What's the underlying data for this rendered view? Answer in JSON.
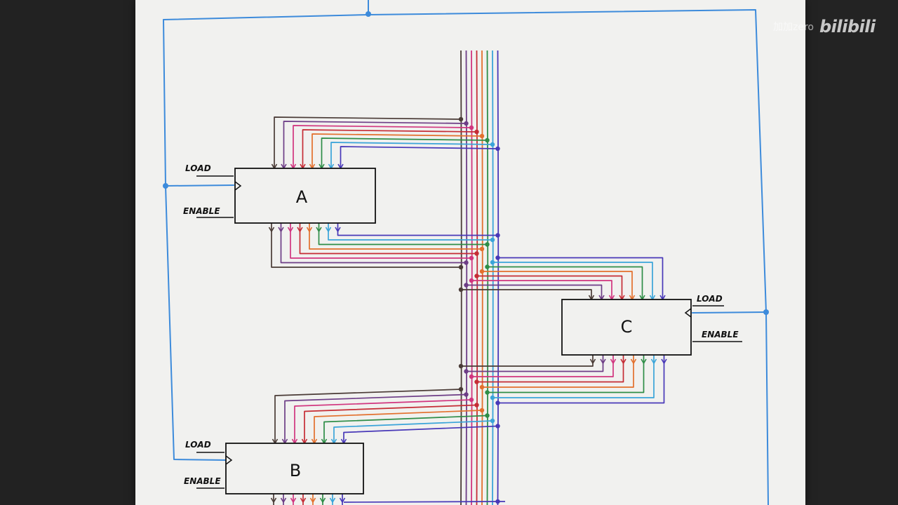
{
  "watermark": {
    "user": "加加zero",
    "logo": "bilibili"
  },
  "registers": {
    "a": {
      "label": "A",
      "load": "LOAD",
      "enable": "ENABLE"
    },
    "b": {
      "label": "B",
      "load": "LOAD",
      "enable": "ENABLE"
    },
    "c": {
      "label": "C",
      "load": "LOAD",
      "enable": "ENABLE"
    }
  },
  "wire_colors": [
    "#4a3b36",
    "#6d3d86",
    "#d1357f",
    "#c52c35",
    "#e3702d",
    "#2e8d47",
    "#3aa4d9",
    "#4838b8"
  ],
  "clock_color": "#3d8bdb"
}
